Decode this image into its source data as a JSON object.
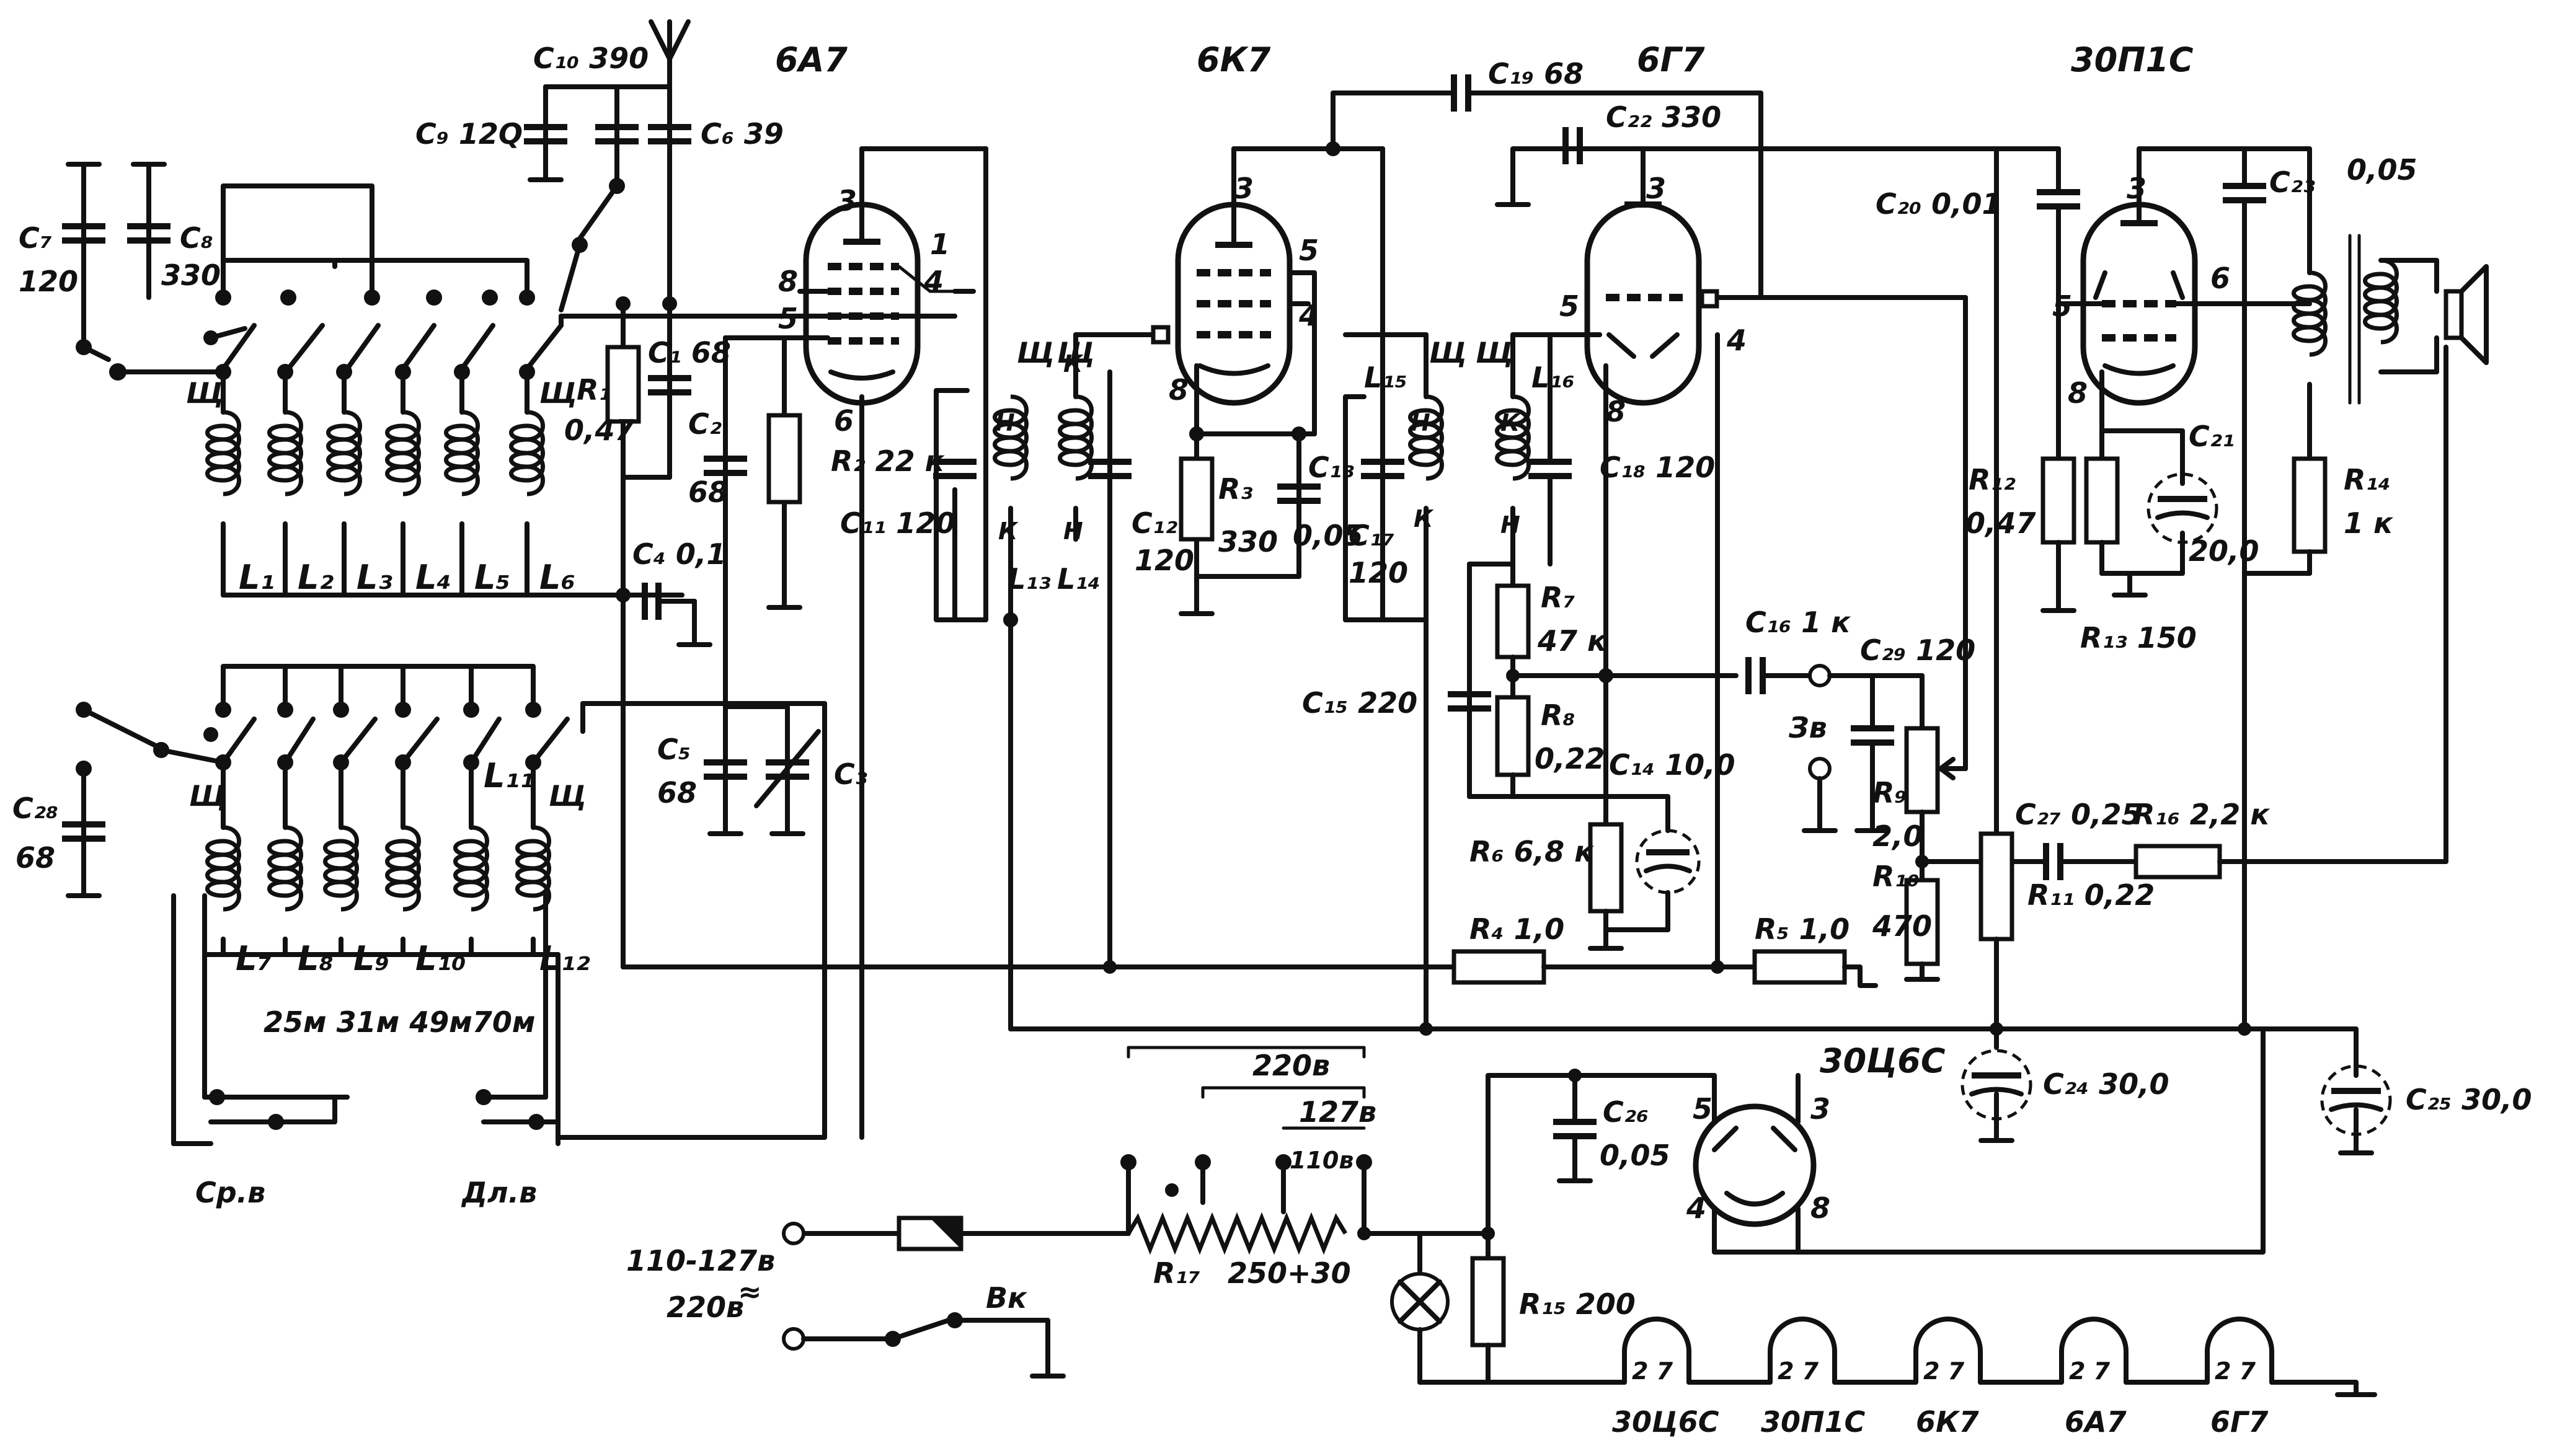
{
  "tubes": {
    "mixer": "6А7",
    "if_amp": "6К7",
    "detector": "6Г7",
    "output": "30П1С",
    "rectifier": "30Ц6С"
  },
  "capacitors": {
    "c1": "C₁ 68",
    "c2": "C₂",
    "c2_value": "68",
    "c3": "C₃",
    "c4": "C₄ 0,1",
    "c5": "C₅",
    "c5_value": "68",
    "c6": "C₆ 39",
    "c7": "C₇",
    "c7_value": "120",
    "c8": "C₈",
    "c8_value": "330",
    "c9": "C₉ 12Q",
    "c10": "C₁₀ 390",
    "c11": "C₁₁ 120",
    "c12": "C₁₂",
    "c12_value": "120",
    "c13": "C₁₃",
    "c13_value": "0,05",
    "c14": "C₁₄ 10,0",
    "c15": "C₁₅ 220",
    "c16": "C₁₆ 1 к",
    "c17": "C₁₇",
    "c17_value": "120",
    "c18": "C₁₈ 120",
    "c19": "C₁₉ 68",
    "c20": "C₂₀ 0,01",
    "c21": "C₂₁",
    "c21_value": "20,0",
    "c22": "C₂₂ 330",
    "c23": "C₂₃",
    "c23_value": "0,05",
    "c24": "C₂₄ 30,0",
    "c25": "C₂₅ 30,0",
    "c26": "C₂₆",
    "c26_value": "0,05",
    "c27": "C₂₇ 0,25",
    "c28": "C₂₈",
    "c28_value": "68",
    "c29": "C₂₉ 120"
  },
  "resistors": {
    "r1": "R₁",
    "r1_value": "0,47",
    "r2": "R₂ 22 к",
    "r3": "R₃",
    "r3_value": "330",
    "r4": "R₄ 1,0",
    "r5": "R₅ 1,0",
    "r6": "R₆ 6,8 к",
    "r7": "R₇",
    "r7_value": "47 к",
    "r8": "R₈",
    "r8_value": "0,22",
    "r9": "R₉",
    "r9_value": "2,0",
    "r10": "R₁₀",
    "r10_value": "470",
    "r11": "R₁₁ 0,22",
    "r12": "R₁₂",
    "r12_value": "0,47",
    "r13": "R₁₃ 150",
    "r14": "R₁₄",
    "r14_value": "1 к",
    "r15": "R₁₅ 200",
    "r16": "R₁₆ 2,2 к",
    "r17": "R₁₇",
    "r17_value": "250+30"
  },
  "coils": {
    "upper": [
      "L₁",
      "L₂",
      "L₃",
      "L₄",
      "L₅",
      "L₆"
    ],
    "lower": [
      "L₇",
      "L₈",
      "L₉",
      "L₁₀",
      "L₁₁",
      "L₁₂"
    ],
    "if": [
      "L₁₃",
      "L₁₄",
      "L₁₅",
      "L₁₆"
    ],
    "if_taps": [
      "Н",
      "К"
    ]
  },
  "pins": [
    "1",
    "2",
    "3",
    "4",
    "5",
    "6",
    "7",
    "8"
  ],
  "bands": {
    "swl": "25м 31м 49м70м",
    "mw": "Ср.в",
    "lw": "Дл.в",
    "trimmer_mark": "Щ"
  },
  "power": {
    "tap_220": "220в",
    "tap_127": "127в",
    "tap_110": "110в",
    "mains": "110-127в",
    "mains_alt": "220в",
    "ac_symbol": "≈",
    "switch": "Вк",
    "jack": "Зв"
  },
  "filament_chain": [
    "30Ц6С",
    "30П1С",
    "6К7",
    "6А7",
    "6Г7"
  ],
  "filament_pins": "2 7"
}
